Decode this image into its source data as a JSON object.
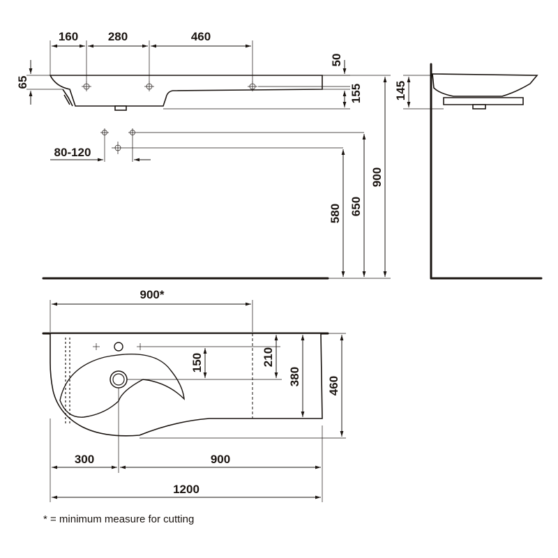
{
  "dimensions": {
    "top_160": "160",
    "top_280": "280",
    "top_460": "460",
    "left_65": "65",
    "right_50": "50",
    "right_155": "155",
    "side_145": "145",
    "tap_80_120": "80-120",
    "height_580": "580",
    "height_650": "650",
    "height_900": "900",
    "plan_900_star": "900*",
    "plan_150": "150",
    "plan_210": "210",
    "plan_380": "380",
    "plan_460": "460",
    "bottom_300": "300",
    "bottom_900": "900",
    "bottom_1200": "1200"
  },
  "footnote": "* = minimum measure for cutting",
  "colors": {
    "ink": "#1a1410",
    "background": "#ffffff"
  }
}
